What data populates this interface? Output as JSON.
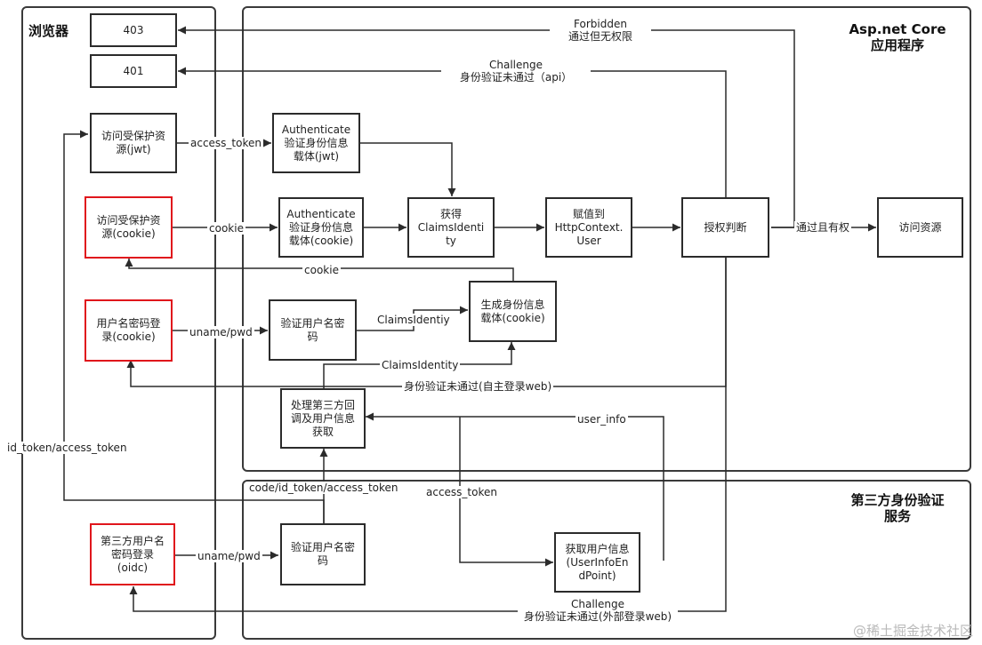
{
  "containers": {
    "browser": "浏览器",
    "app": "Asp.net Core\n应用程序",
    "idp": "第三方身份验证\n服务"
  },
  "nodes": {
    "status_403": "403",
    "status_401": "401",
    "access_jwt": "访问受保护资\n源(jwt)",
    "access_cookie": "访问受保护资\n源(cookie)",
    "login_cookie": "用户名密码登\n录(cookie)",
    "login_oidc": "第三方用户名\n密码登录\n(oidc)",
    "auth_jwt": "Authenticate\n验证身份信息\n载体(jwt)",
    "auth_cookie": "Authenticate\n验证身份信息\n载体(cookie)",
    "get_identity": "获得\nClaimsIdenti\nty",
    "assign_user": "赋值到\nHttpContext.\nUser",
    "authorize": "授权判断",
    "access_resource": "访问资源",
    "verify_user_pwd": "验证用户名密\n码",
    "gen_identity_cookie": "生成身份信息\n载体(cookie)",
    "handle_callback": "处理第三方回\n调及用户信息\n获取",
    "idp_verify_user_pwd": "验证用户名密\n码",
    "get_userinfo": "获取用户信息\n(UserInfoEn\ndPoint)"
  },
  "edge_labels": {
    "forbidden": "Forbidden\n通过但无权限",
    "challenge_api": "Challenge\n身份验证未通过（api）",
    "access_token": "access_token",
    "cookie_in": "cookie",
    "cookie_back": "cookie",
    "uname_pwd_cookie": "uname/pwd",
    "claims_identiy": "ClaimsIdentiy",
    "claims_identity": "ClaimsIdentity",
    "pass_authorized": "通过且有权",
    "challenge_self_web": "身份验证未通过(自主登录web)",
    "user_info": "user_info",
    "id_token_access_token": "id_token/access_token",
    "code_tokens": "code/id_token/access_token",
    "access_token_idp": "access_token",
    "uname_pwd_oidc": "uname/pwd",
    "challenge_external_web": "Challenge\n身份验证未通过(外部登录web)"
  },
  "watermark": "@稀土掘金技术社区"
}
